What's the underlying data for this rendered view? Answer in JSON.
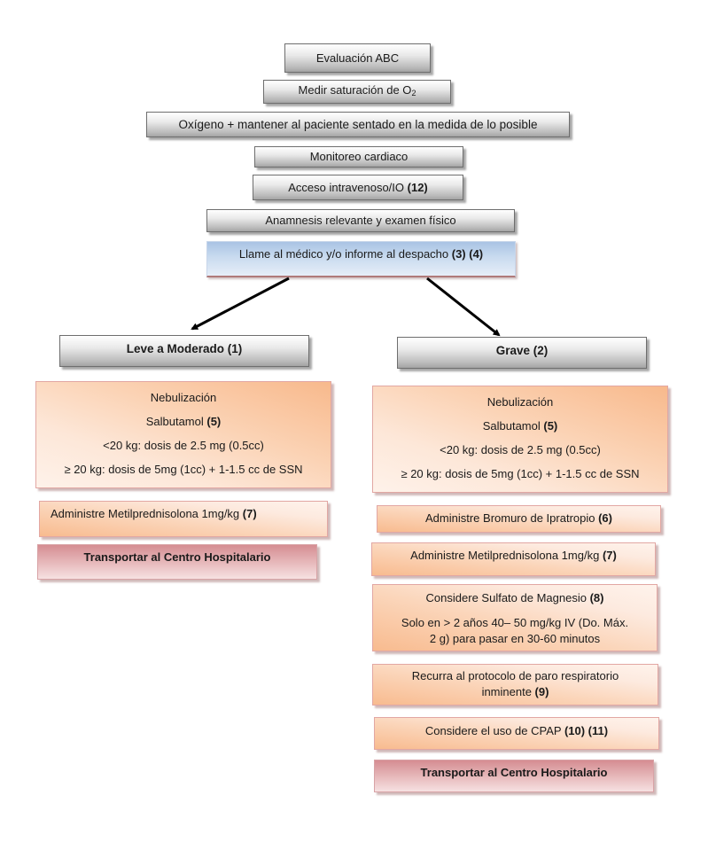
{
  "top_steps": {
    "evaluacion": "Evaluación ABC",
    "saturacion_prefix": "Medir saturación de O",
    "saturacion_sub": "2",
    "oxigeno": "Oxígeno + mantener al paciente sentado en la medida de lo posible",
    "monitoreo": "Monitoreo cardiaco",
    "acceso_text": "Acceso intravenoso/IO ",
    "acceso_ref": "(12)",
    "anamnesis": "Anamnesis relevante y examen físico",
    "llame_text": "Llame al médico y/o informe al despacho ",
    "llame_ref": "(3) (4)"
  },
  "branches": {
    "leve": "Leve a Moderado (1)",
    "grave": "Grave (2)"
  },
  "leve_column": {
    "nebulizacion": {
      "title": "Nebulización",
      "drug_text": "Salbutamol ",
      "drug_ref": "(5)",
      "dose_low": "<20 kg: dosis de 2.5 mg (0.5cc)",
      "dose_high": "≥ 20 kg: dosis de 5mg (1cc) + 1-1.5 cc de SSN"
    },
    "metil_text": "Administre Metilprednisolona 1mg/kg ",
    "metil_ref": "(7)",
    "transport": "Transportar al Centro Hospitalario"
  },
  "grave_column": {
    "nebulizacion": {
      "title": "Nebulización",
      "drug_text": "Salbutamol ",
      "drug_ref": "(5)",
      "dose_low": "<20 kg: dosis de 2.5 mg (0.5cc)",
      "dose_high": "≥ 20 kg: dosis de 5mg (1cc) + 1-1.5 cc de SSN"
    },
    "bromuro_text": "Administre Bromuro de Ipratropio ",
    "bromuro_ref": "(6)",
    "metil_text": "Administre Metilprednisolona 1mg/kg ",
    "metil_ref": "(7)",
    "magnesio_text": "Considere Sulfato de Magnesio ",
    "magnesio_ref": "(8)",
    "magnesio_detail_1": "Solo en > 2 años 40– 50 mg/kg IV (Do. Máx.",
    "magnesio_detail_2": "2 g) para pasar en 30-60 minutos",
    "recurra_line1": "Recurra al protocolo de paro respiratorio",
    "recurra_line2_text": "inminente ",
    "recurra_ref": "(9)",
    "cpap_text": "Considere el uso de CPAP ",
    "cpap_ref": "(10) (11)",
    "transport": "Transportar al Centro Hospitalario"
  }
}
